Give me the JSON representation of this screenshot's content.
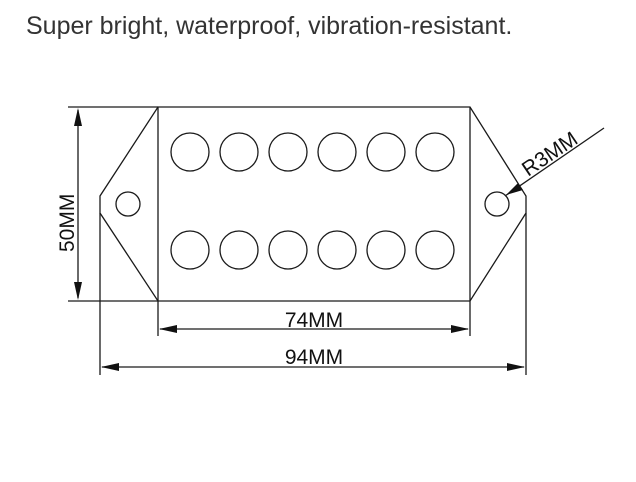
{
  "headline": "Super bright, waterproof, vibration-resistant.",
  "dimensions": {
    "height_label": "50MM",
    "inner_width_label": "74MM",
    "outer_width_label": "94MM",
    "radius_label": "R3MM"
  },
  "led_grid": {
    "rows": 2,
    "columns": 6
  }
}
